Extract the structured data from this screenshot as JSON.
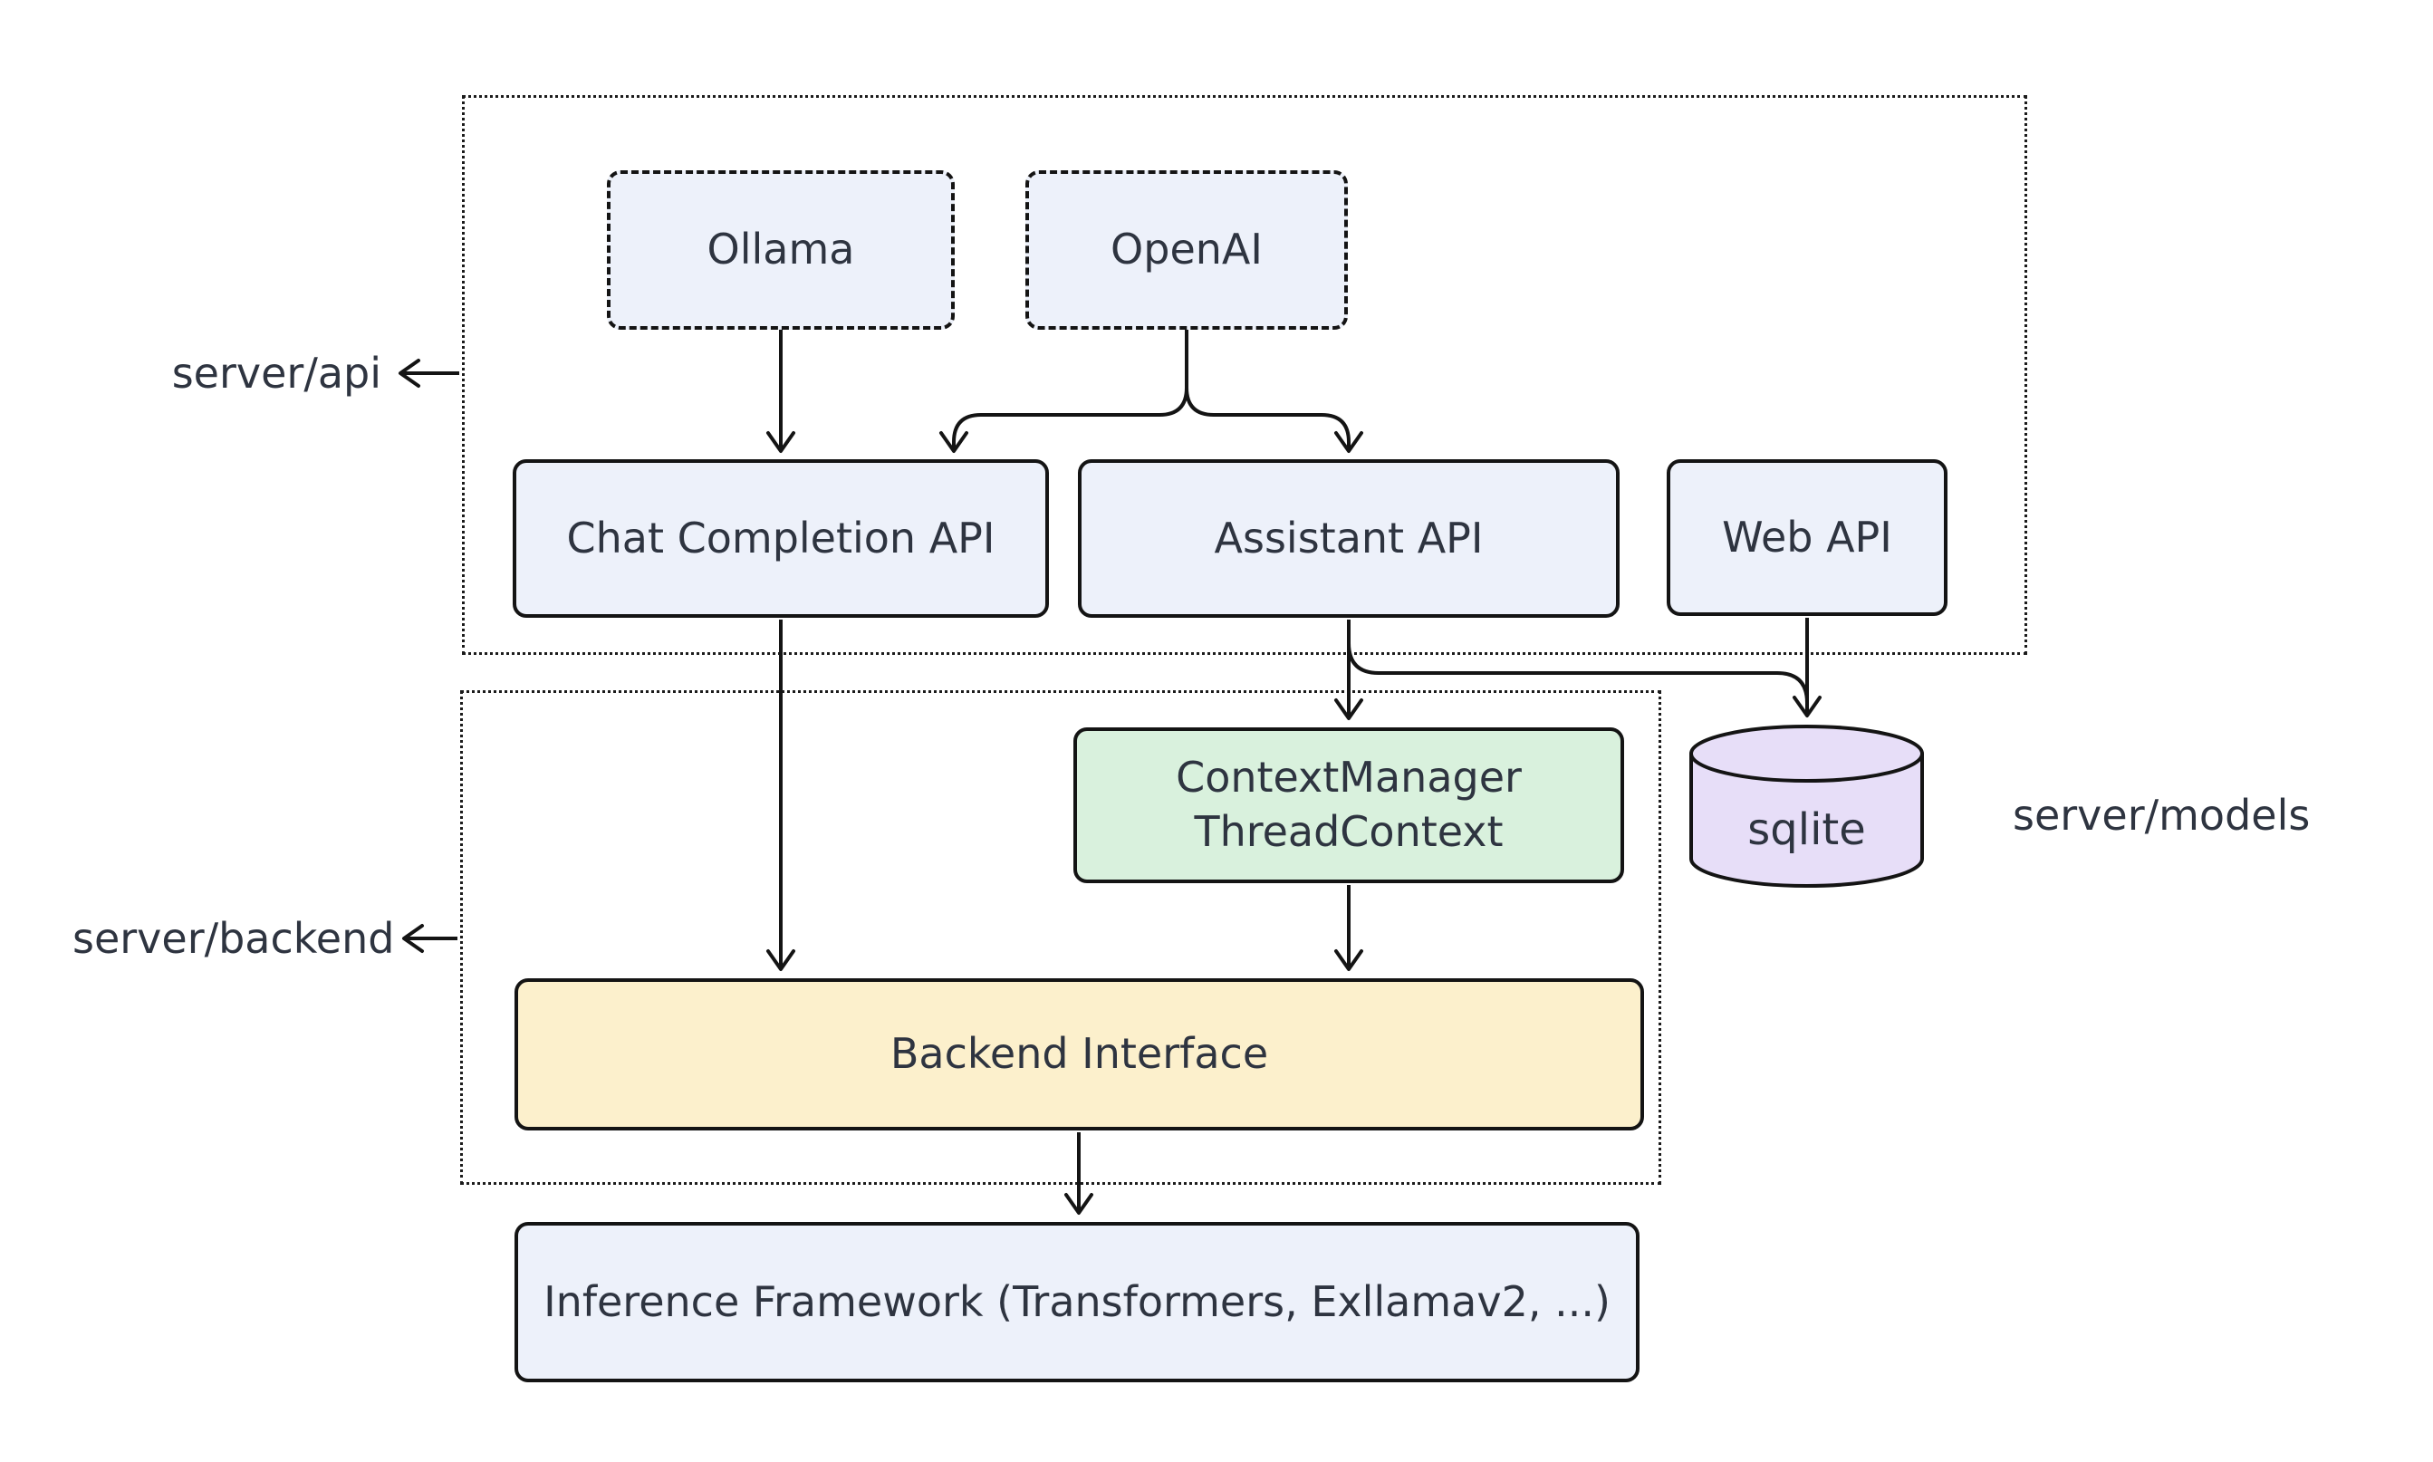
{
  "diagram": {
    "type": "architecture-flowchart",
    "background": "#ffffff"
  },
  "groups": {
    "server_api": {
      "label": "server/api"
    },
    "server_backend": {
      "label": "server/backend"
    },
    "server_models": {
      "label": "server/models"
    }
  },
  "nodes": {
    "ollama": {
      "label": "Ollama",
      "shape": "rounded-rect-dashed",
      "fill": "#edf1fa"
    },
    "openai": {
      "label": "OpenAI",
      "shape": "rounded-rect-dashed",
      "fill": "#edf1fa"
    },
    "chat_completion_api": {
      "label": "Chat Completion API",
      "shape": "rounded-rect",
      "fill": "#edf1fa"
    },
    "assistant_api": {
      "label": "Assistant API",
      "shape": "rounded-rect",
      "fill": "#edf1fa"
    },
    "web_api": {
      "label": "Web API",
      "shape": "rounded-rect",
      "fill": "#edf1fa"
    },
    "context_manager": {
      "line1": "ContextManager",
      "line2": "ThreadContext",
      "shape": "rounded-rect",
      "fill": "#d9f1dd"
    },
    "sqlite": {
      "label": "sqlite",
      "shape": "cylinder",
      "fill": "#e7def8"
    },
    "backend_interface": {
      "label": "Backend Interface",
      "shape": "rounded-rect",
      "fill": "#fcf0cc"
    },
    "inference_framework": {
      "label": "Inference Framework (Transformers, Exllamav2, ...)",
      "shape": "rounded-rect",
      "fill": "#edf1fa"
    }
  },
  "edges": [
    {
      "from": "Ollama",
      "to": "Chat Completion API"
    },
    {
      "from": "OpenAI",
      "to": "Chat Completion API"
    },
    {
      "from": "OpenAI",
      "to": "Assistant API"
    },
    {
      "from": "Chat Completion API",
      "to": "Backend Interface"
    },
    {
      "from": "Assistant API",
      "to": "ContextManager ThreadContext"
    },
    {
      "from": "Assistant API",
      "to": "sqlite"
    },
    {
      "from": "Web API",
      "to": "sqlite"
    },
    {
      "from": "ContextManager ThreadContext",
      "to": "Backend Interface"
    },
    {
      "from": "Backend Interface",
      "to": "Inference Framework (Transformers, Exllamav2, ...)"
    }
  ],
  "colors": {
    "stroke": "#141414",
    "text": "#2e3440",
    "node_blue": "#edf1fa",
    "node_green": "#d9f1dd",
    "node_yellow": "#fcf0cc",
    "node_purple": "#e7def8",
    "group_border": "#1b1b1b"
  }
}
